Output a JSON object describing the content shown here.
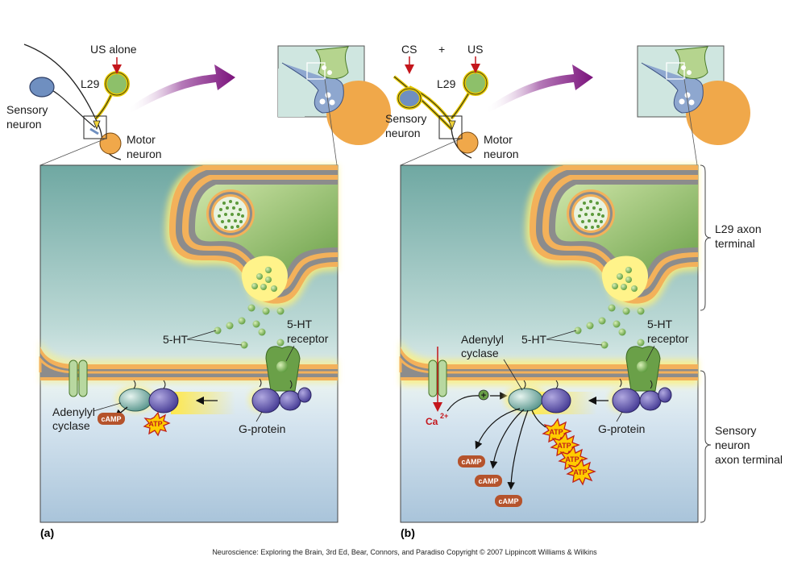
{
  "figure": {
    "credit": "Neuroscience: Exploring the Brain, 3rd Ed, Bear, Connors, and Paradiso Copyright © 2007 Lippincott Williams & Wilkins"
  },
  "panel_a": {
    "tag": "(a)",
    "stimulus": "US alone",
    "interneuron": "L29",
    "sensory_line1": "Sensory",
    "sensory_line2": "neuron",
    "motor_line1": "Motor",
    "motor_line2": "neuron",
    "transmitter": "5-HT",
    "receptor_line1": "5-HT",
    "receptor_line2": "receptor",
    "enzyme_line1": "Adenylyl",
    "enzyme_line2": "cyclase",
    "gprotein": "G-protein",
    "camp": "cAMP",
    "atp": "ATP"
  },
  "panel_b": {
    "tag": "(b)",
    "cs": "CS",
    "plus": "+",
    "us": "US",
    "interneuron": "L29",
    "sensory_line1": "Sensory",
    "sensory_line2": "neuron",
    "motor_line1": "Motor",
    "motor_line2": "neuron",
    "transmitter": "5-HT",
    "receptor_line1": "5-HT",
    "receptor_line2": "receptor",
    "enzyme_line1": "Adenylyl",
    "enzyme_line2": "cyclase",
    "gprotein": "G-protein",
    "calcium": "Ca",
    "calcium_sup": "2+",
    "camp": "cAMP",
    "atp": "ATP",
    "plus_sign": "+"
  },
  "brackets": {
    "l29_line1": "L29 axon",
    "l29_line2": "terminal",
    "sens_line1": "Sensory",
    "sens_line2": "neuron",
    "sens_line3": "axon terminal"
  },
  "colors": {
    "sensory_cell": "#6f8fc0",
    "l29_cell": "#8dc06a",
    "motor_cell": "#f0a84a",
    "membrane_gray": "#8c8c8c",
    "membrane_orange": "#f3b15a",
    "glow_yellow": "#ffe84a",
    "camp_chip": "#b5532c",
    "arrow_purple": "#8a1f8a",
    "calcium_red": "#c4161c"
  }
}
